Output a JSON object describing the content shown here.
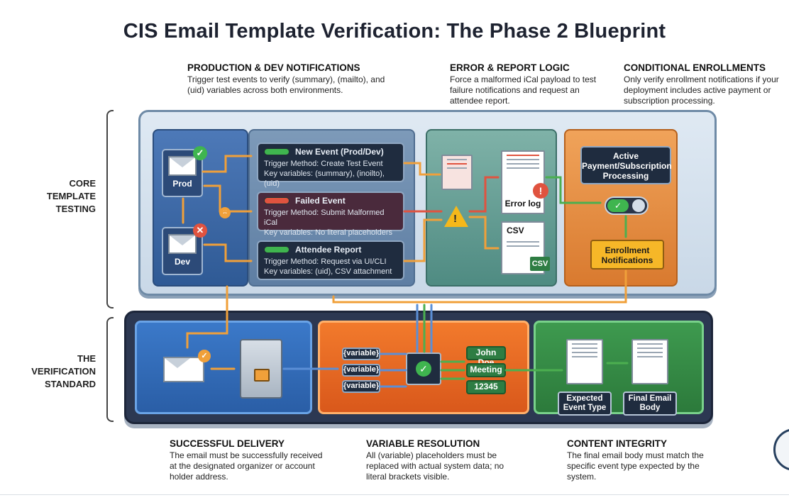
{
  "title": "CIS Email Template Verification: The Phase 2 Blueprint",
  "callouts": {
    "prod_dev": {
      "heading": "PRODUCTION & DEV NOTIFICATIONS",
      "body": "Trigger test events to verify (summary), (mailto), and (uid) variables across both environments."
    },
    "error_report": {
      "heading": "ERROR & REPORT LOGIC",
      "body": "Force a malformed iCal payload to test failure notifications and request an attendee report."
    },
    "conditional": {
      "heading": "CONDITIONAL ENROLLMENTS",
      "body": "Only verify enrollment notifications if your deployment includes active payment or subscription processing."
    }
  },
  "side_labels": {
    "core": "CORE\nTEMPLATE\nTESTING",
    "standard": "THE\nVERIFICATION\nSTANDARD"
  },
  "environments": {
    "prod": "Prod",
    "dev": "Dev"
  },
  "events": [
    {
      "title": "New Event (Prod/Dev)",
      "trigger": "Trigger Method: Create Test Event",
      "vars": "Key variables:    (summary), (inoilto), (uid)",
      "pill_color": "#3fb54f"
    },
    {
      "title": "Failed Event",
      "trigger": "Trigger Method: Submit Malformed iCal",
      "vars": "Key variables:    No literal placeholders",
      "pill_color": "#e0533f"
    },
    {
      "title": "Attendee Report",
      "trigger": "Trigger Method: Request via UI/CLI",
      "vars": "Key variables:    (uid), CSV attachment",
      "pill_color": "#3fb54f"
    }
  ],
  "error_section": {
    "error_log": "Error log",
    "csv": "CSV",
    "csv_badge": "CSV"
  },
  "enrollment": {
    "active": "Active\nPayment/Subscription\nProcessing",
    "notifications": "Enrollment\nNotifications"
  },
  "variables": {
    "placeholders": [
      "{variable}",
      "{variable}",
      "{variable}"
    ],
    "values": [
      "John Doe",
      "Meeting",
      "12345"
    ]
  },
  "integrity": {
    "expected": "Expected\nEvent Type",
    "final": "Final Email\nBody"
  },
  "bottom_callouts": {
    "delivery": {
      "heading": "SUCCESSFUL DELIVERY",
      "body": "The email must be successfully received at the designated organizer or account holder address."
    },
    "resolution": {
      "heading": "VARIABLE RESOLUTION",
      "body": "All (variable) placeholders must be replaced with actual system data; no literal brackets visible."
    },
    "integrity": {
      "heading": "CONTENT INTEGRITY",
      "body": "The final email body must match the specific event type expected by the system."
    }
  },
  "colors": {
    "wire_orange": "#f0a03a",
    "wire_green": "#4caf50",
    "wire_blue": "#5b8fd6",
    "wire_red": "#e0533f"
  }
}
